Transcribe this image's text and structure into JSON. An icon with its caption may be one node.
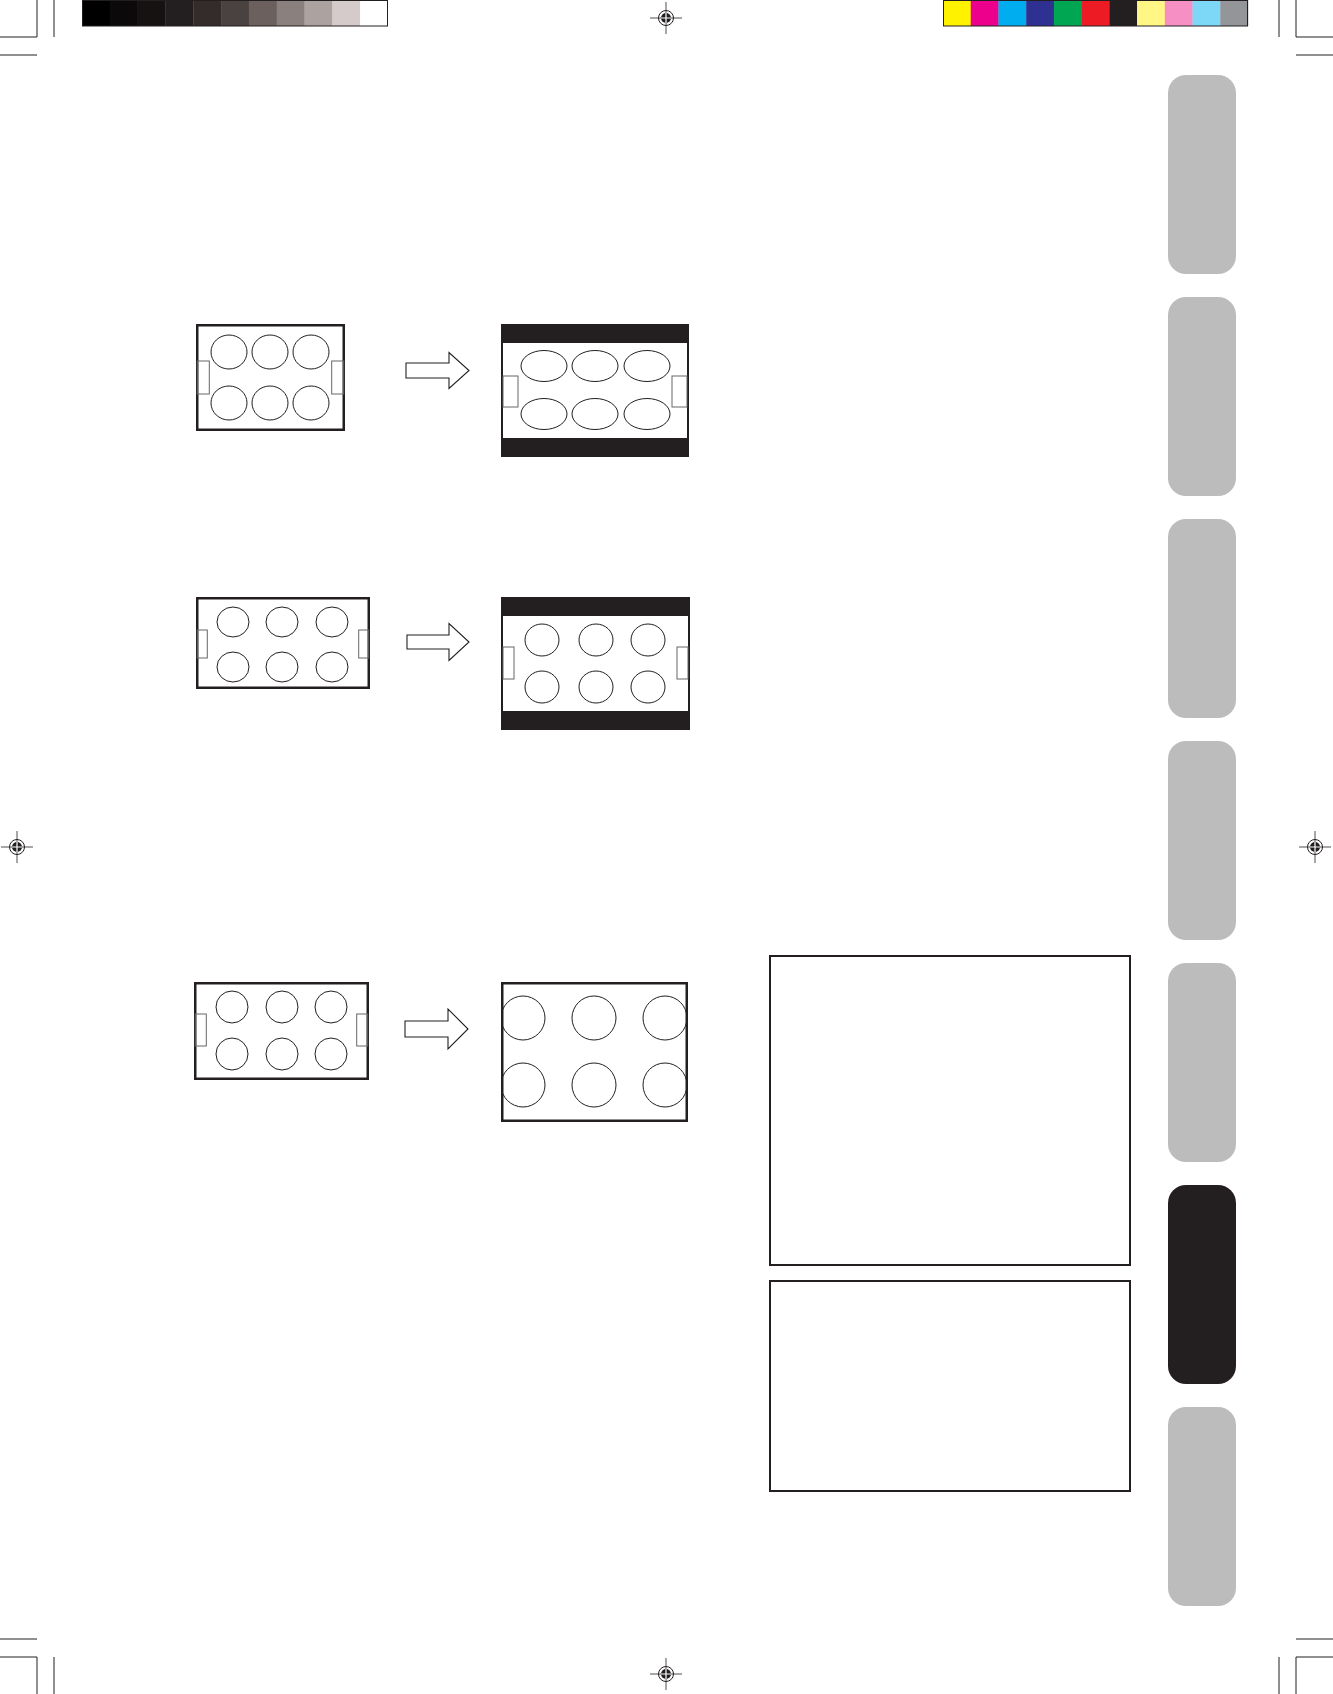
{
  "diagram": {
    "nodes": [
      {
        "text": [],
        "shape": "picture"
      },
      {
        "text": [],
        "shape": "picture"
      },
      {
        "text": [],
        "shape": "picture"
      },
      {
        "text": [],
        "shape": "picture"
      },
      {
        "text": [],
        "shape": "picture"
      },
      {
        "text": [],
        "shape": "picture"
      },
      {
        "text": [],
        "shape": "box"
      },
      {
        "text": [],
        "shape": "box"
      }
    ],
    "edges": [
      {
        "from": 0,
        "to": 1,
        "arrow": "to"
      },
      {
        "from": 2,
        "to": 3,
        "arrow": "to"
      },
      {
        "from": 4,
        "to": 5,
        "arrow": "to"
      }
    ]
  }
}
